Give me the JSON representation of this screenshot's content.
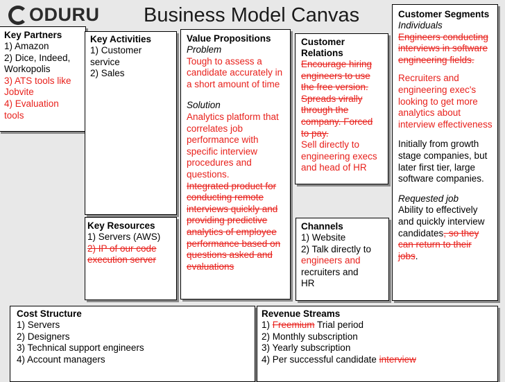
{
  "header": {
    "logo_text": "ODURU",
    "title": "Business Model Canvas"
  },
  "key_partners": {
    "heading": "Key Partners",
    "lines": [
      "1) Amazon",
      "2) Dice, Indeed,",
      "Workopolis",
      "3) ATS tools like",
      "Jobvite",
      "4) Evaluation",
      "tools"
    ]
  },
  "key_activities": {
    "heading": "Key Activities",
    "lines": [
      "1) Customer",
      "service",
      "2) Sales"
    ]
  },
  "key_resources": {
    "heading": "Key Resources",
    "lines": [
      "1) Servers (AWS)",
      "2) IP of our code",
      "execution server"
    ]
  },
  "value_propositions": {
    "heading": "Value Propositions",
    "problem_label": "Problem",
    "problem_lines": [
      "Tough to assess a",
      "candidate accurately in",
      "a short amount of time"
    ],
    "solution_label": "Solution",
    "solution_lines": [
      "Analytics platform that",
      "correlates job",
      "performance with",
      "specific interview",
      "procedures and",
      "questions."
    ],
    "struck_lines": [
      "Integrated product for",
      "conducting remote",
      "interviews quickly and",
      "providing predictive",
      "analytics of employee",
      "performance based on",
      "questions asked and",
      "evaluations"
    ]
  },
  "customer_relations": {
    "heading_1": "Customer",
    "heading_2": "Relations",
    "struck_lines": [
      "Encourage hiring",
      "engineers to use",
      "the free version.",
      "Spreads virally",
      "through the",
      "company.  Forced",
      "to pay."
    ],
    "lines": [
      "Sell directly to",
      "engineering execs",
      "and head of HR"
    ]
  },
  "channels": {
    "heading": "Channels",
    "lines": [
      "1) Website",
      "2) Talk directly to"
    ],
    "red_line": "engineers and",
    "more_lines": [
      "recruiters and",
      "HR"
    ]
  },
  "customer_segments": {
    "heading": "Customer Segments",
    "sub_label": "Individuals",
    "struck_lines": [
      "Engineers conducting",
      "interviews in software",
      "engineering fields."
    ],
    "red_lines": [
      "Recruiters and",
      "engineering exec's",
      "looking to get more",
      "analytics about",
      "interview effectiveness"
    ],
    "growth_lines": [
      "Initially from growth",
      "stage companies, but",
      "later first tier, large",
      "software companies."
    ],
    "requested_label": "Requested job",
    "requested_lines": [
      "Ability to effectively",
      "and quickly interview"
    ],
    "candidates_word": "candidates",
    "candidates_struck": ", so they",
    "struck_tail": [
      "can return to their"
    ],
    "jobs_word": "jobs",
    "jobs_period": "."
  },
  "cost_structure": {
    "heading": "Cost Structure",
    "lines": [
      "1) Servers",
      "2) Designers",
      "3) Technical support engineers",
      "4) Account managers"
    ]
  },
  "revenue_streams": {
    "heading": "Revenue Streams",
    "line1_prefix": "1) ",
    "line1_struck": "Freemium",
    "line1_rest": " Trial period",
    "line2": "2) Monthly subscription",
    "line3": "3) Yearly subscription",
    "line4_prefix": "4) Per successful candidate ",
    "line4_struck": "interview"
  },
  "colors": {
    "accent_red": "#e8211c",
    "background": "#e8e8e8"
  }
}
